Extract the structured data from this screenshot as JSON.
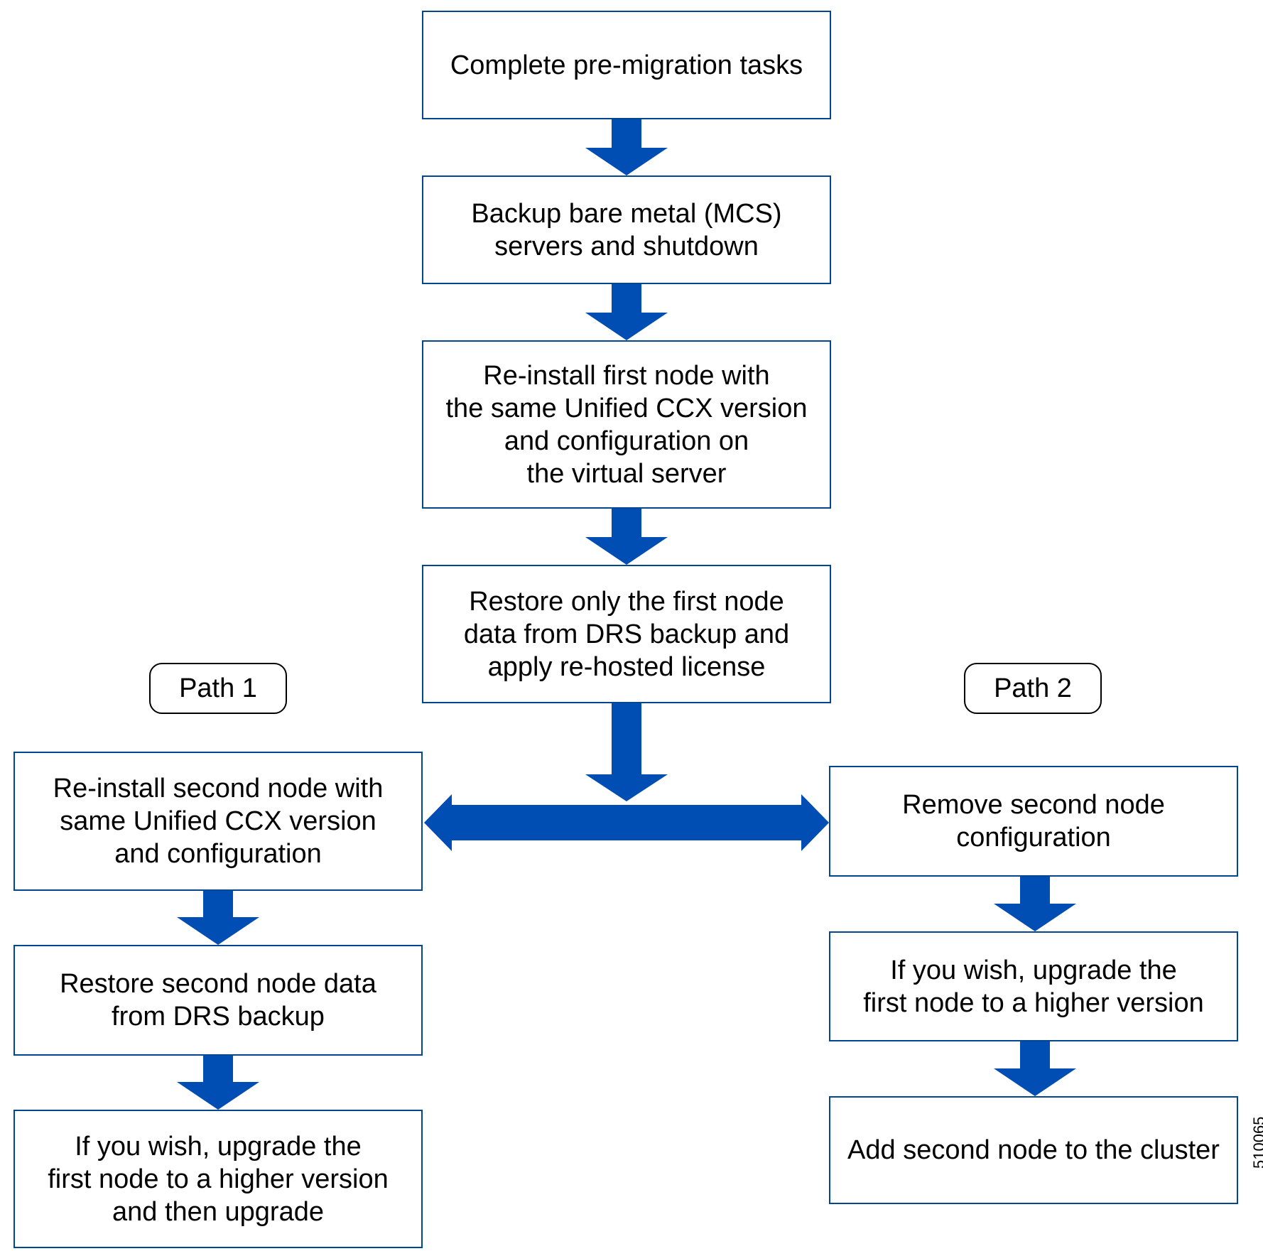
{
  "diagram": {
    "arrow_color": "#004db3",
    "steps": {
      "s1": "Complete pre-migration tasks",
      "s2": "Backup bare metal (MCS)\nservers and shutdown",
      "s3": "Re-install first node with\nthe same Unified CCX version\nand configuration on\nthe virtual server",
      "s4": "Restore only the first node\ndata from DRS backup and\napply re-hosted license",
      "p1a": "Re-install second node with\nsame Unified CCX version\nand configuration",
      "p1b": "Restore second node data\nfrom DRS backup",
      "p1c": "If you wish, upgrade the\nfirst node to a higher version\nand then upgrade",
      "p2a": "Remove second node\nconfiguration",
      "p2b": "If you wish, upgrade the\nfirst node to a higher version",
      "p2c": "Add second node to the cluster"
    },
    "path1_label": "Path 1",
    "path2_label": "Path 2",
    "figure_id": "510065"
  }
}
